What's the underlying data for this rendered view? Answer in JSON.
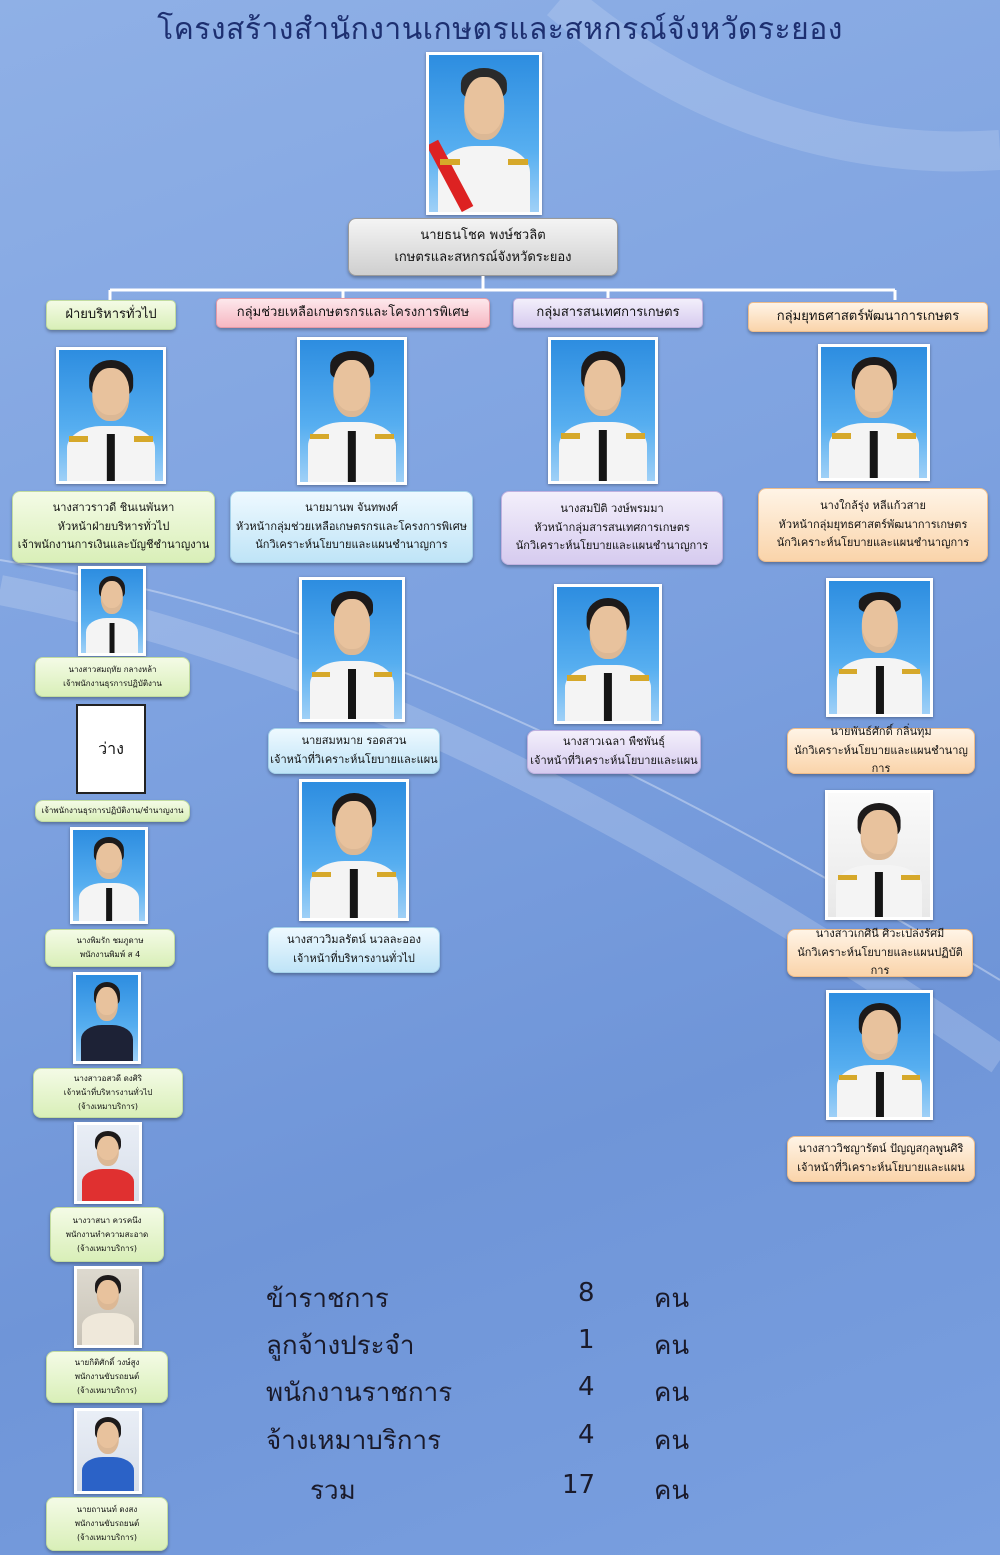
{
  "title": "โครงสร้างสำนักงานเกษตรและสหกรณ์จังหวัดระยอง",
  "director": {
    "name": "นายธนโชค พงษ์ชวลิต",
    "position": "เกษตรและสหกรณ์จังหวัดระยอง"
  },
  "departments": {
    "admin": "ฝ่ายบริหารทั่วไป",
    "assist": "กลุ่มช่วยเหลือเกษตรกรและโครงการพิเศษ",
    "info": "กลุ่มสารสนเทศการเกษตร",
    "strategy": "กลุ่มยุทธศาสตร์พัฒนาการเกษตร"
  },
  "admin_staff": [
    {
      "name": "นางสาวราวดี ชินเนพันหา",
      "lines": [
        "หัวหน้าฝ่ายบริหารทั่วไป",
        "เจ้าพนักงานการเงินและบัญชีชำนาญงาน"
      ]
    },
    {
      "name": "นางสาวสมฤทัย กลางหล้า",
      "lines": [
        "เจ้าพนักงานธุรการปฏิบัติงาน"
      ]
    },
    {
      "name": "ว่าง",
      "lines": [
        "เจ้าพนักงานธุรการปฏิบัติงาน/ชำนาญงาน"
      ]
    },
    {
      "name": "นางพิมรัก ชมภูดาษ",
      "lines": [
        "พนักงานพิมพ์ ส 4"
      ]
    },
    {
      "name": "นางสาวอสวดี ดงศิริ",
      "lines": [
        "เจ้าหน้าที่บริหารงานทั่วไป",
        "(จ้างเหมาบริการ)"
      ]
    },
    {
      "name": "นางวาสนา ควรคนึง",
      "lines": [
        "พนักงานทำความสะอาด",
        "(จ้างเหมาบริการ)"
      ]
    },
    {
      "name": "นายกิติศักดิ์ วงษ์สูง",
      "lines": [
        "พนักงานขับรถยนต์",
        "(จ้างเหมาบริการ)"
      ]
    },
    {
      "name": "นายถานนท์ ดงสง",
      "lines": [
        "พนักงานขับรถยนต์",
        "(จ้างเหมาบริการ)"
      ]
    }
  ],
  "assist_staff": [
    {
      "name": "นายมานพ จันทพงศ์",
      "lines": [
        "หัวหน้ากลุ่มช่วยเหลือเกษตรกรและโครงการพิเศษ",
        "นักวิเคราะห์นโยบายและแผนชำนาญการ"
      ]
    },
    {
      "name": "นายสมหมาย รอดสวน",
      "lines": [
        "เจ้าหน้าที่วิเคราะห์นโยบายและแผน"
      ]
    },
    {
      "name": "นางสาววิมลรัตน์ นวลละออง",
      "lines": [
        "เจ้าหน้าที่บริหารงานทั่วไป"
      ]
    }
  ],
  "info_staff": [
    {
      "name": "นางสมปิติ วงษ์พรมมา",
      "lines": [
        "หัวหน้ากลุ่มสารสนเทศการเกษตร",
        "นักวิเคราะห์นโยบายและแผนชำนาญการ"
      ]
    },
    {
      "name": "นางสาวเฉลา พืชพันธุ์",
      "lines": [
        "เจ้าหน้าที่วิเคราะห์นโยบายและแผน"
      ]
    }
  ],
  "strategy_staff": [
    {
      "name": "นางใกล้รุ่ง หลีแก้วสาย",
      "lines": [
        "หัวหน้ากลุ่มยุทธศาสตร์พัฒนาการเกษตร",
        "นักวิเคราะห์นโยบายและแผนชำนาญการ"
      ]
    },
    {
      "name": "นายพันธ์ศักดิ์ กลิ่นทุม",
      "lines": [
        "นักวิเคราะห์นโยบายและแผนชำนาญการ"
      ]
    },
    {
      "name": "นางสาวเกศินี ศิวะเปล่งรัศมี",
      "lines": [
        "นักวิเคราะห์นโยบายและแผนปฏิบัติการ"
      ]
    },
    {
      "name": "นางสาววิชญารัตน์ ปัญญสกุลพูนศิริ",
      "lines": [
        "เจ้าหน้าที่วิเคราะห์นโยบายและแผน"
      ]
    }
  ],
  "summary": [
    {
      "label": "ข้าราชการ",
      "count": "8",
      "unit": "คน"
    },
    {
      "label": "ลูกจ้างประจำ",
      "count": "1",
      "unit": "คน"
    },
    {
      "label": "พนักงานราชการ",
      "count": "4",
      "unit": "คน"
    },
    {
      "label": "จ้างเหมาบริการ",
      "count": "4",
      "unit": "คน"
    },
    {
      "label": "รวม",
      "count": "17",
      "unit": "คน"
    }
  ]
}
